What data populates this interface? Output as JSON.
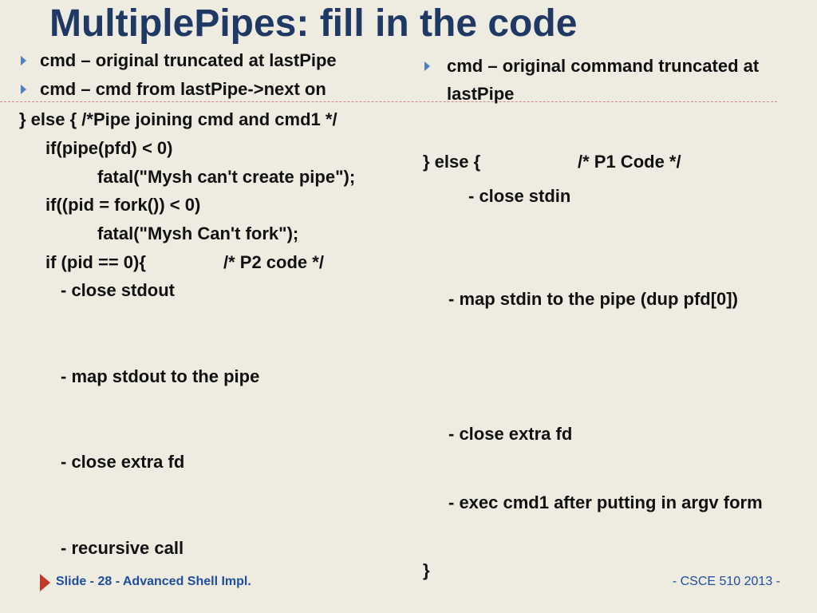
{
  "slide": {
    "title": "MultiplePipes: fill in the code"
  },
  "left": {
    "bullets": [
      "cmd – original truncated at lastPipe",
      "cmd – cmd from lastPipe->next on"
    ],
    "code": [
      "} else { /*Pipe joining cmd and cmd1 */",
      "if(pipe(pfd) < 0)",
      "fatal(\"Mysh can't create pipe\");",
      "if((pid = fork()) < 0)",
      "fatal(\"Mysh Can't fork\");",
      "if (pid == 0){",
      "/* P2 code */",
      "- close stdout",
      "- map stdout to the pipe",
      "- close extra fd",
      "- recursive call"
    ]
  },
  "right": {
    "bullet_line1": "cmd – original command truncated at",
    "bullet_line2": "lastPipe",
    "code": [
      "} else {",
      "/* P1 Code */",
      "- close stdin",
      "- map stdin to the pipe (dup pfd[0])",
      "- close extra fd",
      "- exec cmd1 after putting in argv form",
      "}"
    ]
  },
  "footer": {
    "left": "Slide - 28 -  Advanced Shell Impl.",
    "right": "- CSCE 510 2013 -"
  },
  "colors": {
    "background": "#eeece1",
    "title": "#1f3864",
    "bullet": "#4f81bd",
    "footer_text": "#1f4e9e",
    "footer_arrow": "#c0392b",
    "divider": "#d08a8a"
  }
}
